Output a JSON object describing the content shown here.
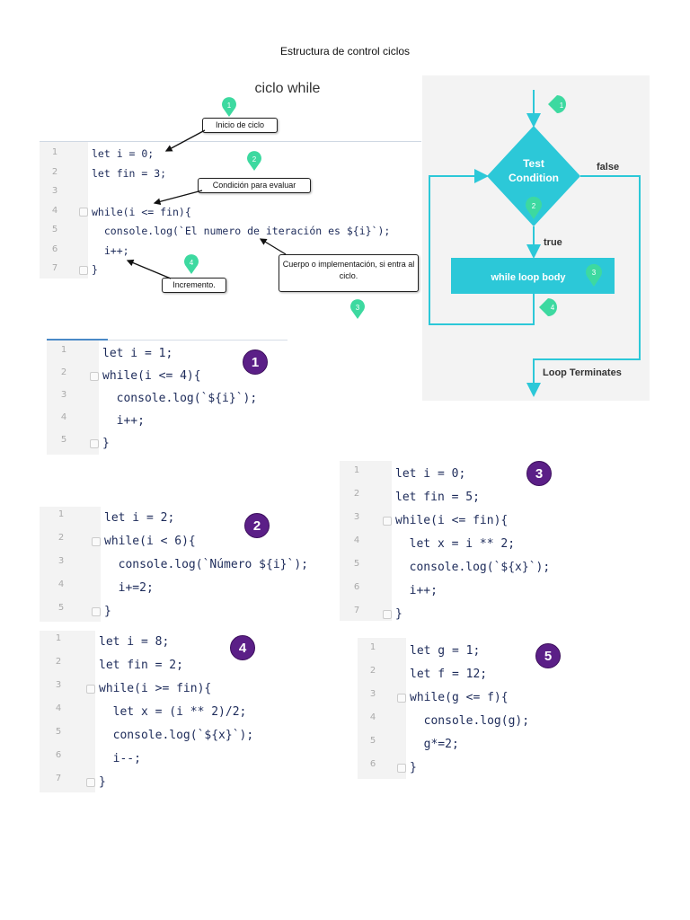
{
  "page_title": "Estructura de control ciclos",
  "diagram_title": "ciclo while",
  "main_code": [
    "let i = 0;",
    "let fin = 3;",
    "",
    "while(i <= fin){",
    "  console.log(`El numero de iteración es ${i}`);",
    "  i++;",
    "}"
  ],
  "callouts": {
    "inicio": "Inicio de ciclo",
    "condicion": "Condición para evaluar",
    "cuerpo": "Cuerpo o implementación, si entra al ciclo.",
    "incremento": "Incremento."
  },
  "markers": [
    "1",
    "2",
    "3",
    "4"
  ],
  "flowchart": {
    "test_line1": "Test",
    "test_line2": "Condition",
    "false_label": "false",
    "true_label": "true",
    "body_label": "while loop body",
    "terminate_label": "Loop Terminates",
    "accent": "#2cc8d8",
    "marker_color": "#3dd9a0"
  },
  "examples": [
    {
      "badge": "1",
      "lines": [
        "let i = 1;",
        "while(i <= 4){",
        "  console.log(`${i}`);",
        "  i++;",
        "}"
      ]
    },
    {
      "badge": "2",
      "lines": [
        "let i = 2;",
        "while(i < 6){",
        "  console.log(`Número ${i}`);",
        "  i+=2;",
        "}"
      ]
    },
    {
      "badge": "3",
      "lines": [
        "let i = 0;",
        "let fin = 5;",
        "while(i <= fin){",
        "  let x = i ** 2;",
        "  console.log(`${x}`);",
        "  i++;",
        "}"
      ]
    },
    {
      "badge": "4",
      "lines": [
        "let i = 8;",
        "let fin = 2;",
        "while(i >= fin){",
        "  let x = (i ** 2)/2;",
        "  console.log(`${x}`);",
        "  i--;",
        "}"
      ]
    },
    {
      "badge": "5",
      "lines": [
        "let g = 1;",
        "let f = 12;",
        "while(g <= f){",
        "  console.log(g);",
        "  g*=2;",
        "}"
      ]
    }
  ],
  "colors": {
    "badge": "#5b1f87",
    "code_text": "#1d2b5a"
  }
}
